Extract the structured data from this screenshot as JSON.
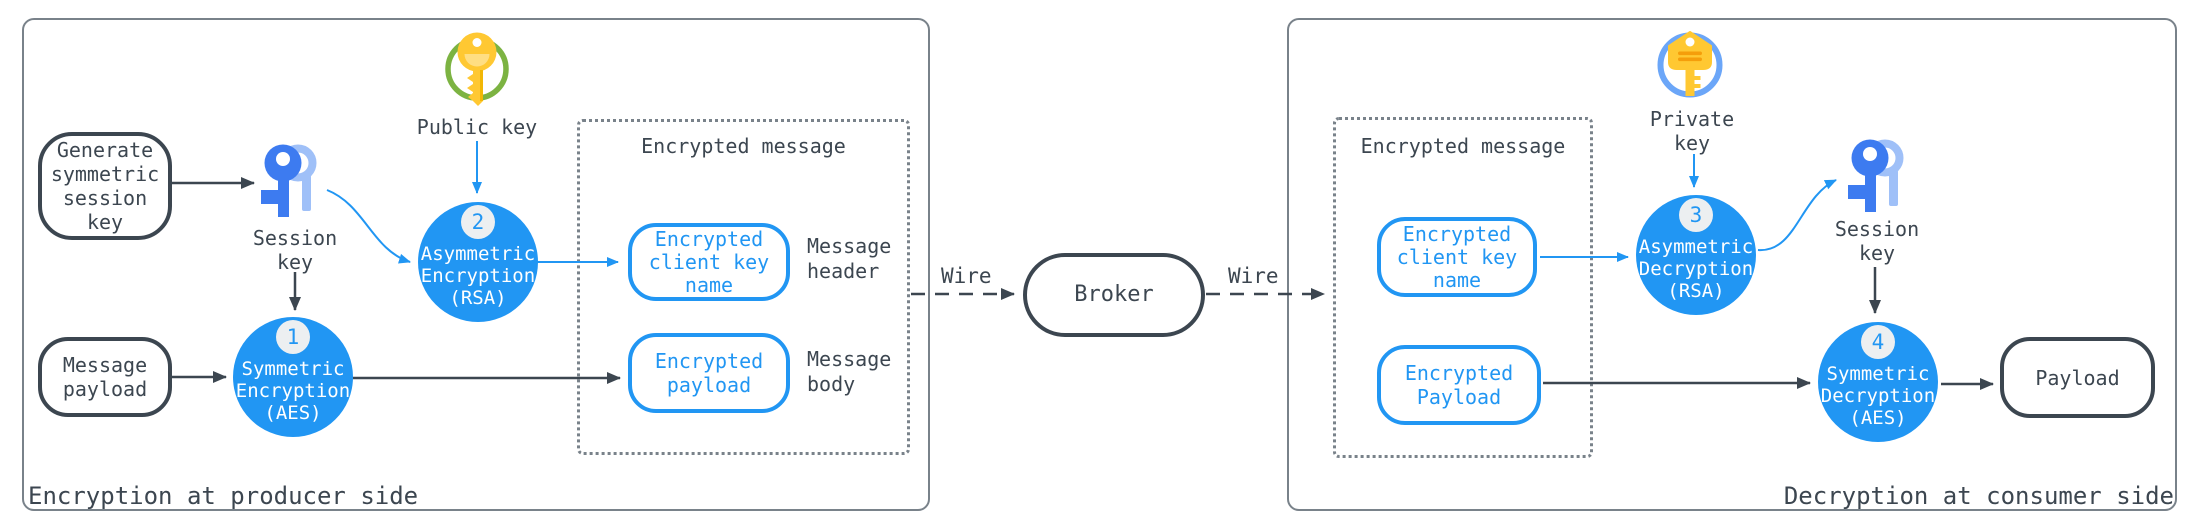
{
  "colors": {
    "accent_blue": "#2196F3",
    "dark_slate": "#3C4650",
    "key_front_blue": "#3D7BF0",
    "key_back_blue": "#9FC0F8",
    "public_ring_green": "#7CB342",
    "private_ring_blue": "#6BA6F8",
    "key_yellow": "#FFC832",
    "badge_bg": "#ECEFF1"
  },
  "icons": {
    "session_key": "double-key-icon",
    "public_key": "yellow-key-in-green-ring-icon",
    "private_key": "yellow-key-in-blue-ring-icon"
  },
  "producer": {
    "section_label": "Encryption at producer side",
    "generate_node": "Generate\nsymmetric\nsession\nkey",
    "session_key_label": "Session\nkey",
    "public_key_label": "Public key",
    "message_payload_node": "Message\npayload",
    "step1": {
      "number": "1",
      "label": "Symmetric\nEncryption\n(AES)"
    },
    "step2": {
      "number": "2",
      "label": "Asymmetric\nEncryption\n(RSA)"
    },
    "encrypted_message": {
      "title": "Encrypted message",
      "client_key_node": "Encrypted\nclient key\nname",
      "payload_node": "Encrypted\npayload",
      "header_label": "Message\nheader",
      "body_label": "Message\nbody"
    }
  },
  "transport": {
    "wire_left_label": "Wire",
    "wire_right_label": "Wire",
    "broker_node": "Broker"
  },
  "consumer": {
    "section_label": "Decryption at consumer side",
    "encrypted_message": {
      "title": "Encrypted message",
      "client_key_node": "Encrypted\nclient key\nname",
      "payload_node": "Encrypted\nPayload"
    },
    "private_key_label": "Private\nkey",
    "session_key_label": "Session\nkey",
    "step3": {
      "number": "3",
      "label": "Asymmetric\nDecryption\n(RSA)"
    },
    "step4": {
      "number": "4",
      "label": "Symmetric\nDecryption\n(AES)"
    },
    "payload_node": "Payload"
  }
}
